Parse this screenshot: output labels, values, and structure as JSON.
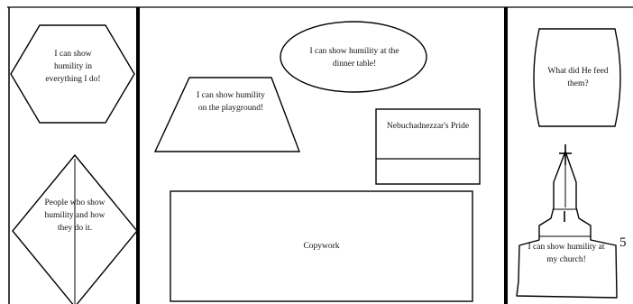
{
  "page_number": "5",
  "left_column": {
    "hexagon_text": "I can show humility in everything I do!",
    "diamond_text": "People who show humility and how they do it."
  },
  "center_column": {
    "oval_text": "I can show humility at the dinner table!",
    "trapezoid_text": "I can show humility on the playground!",
    "pride_box_title": "Nebuchadnezzar's Pride",
    "copywork_label": "Copywork"
  },
  "right_column": {
    "scroll_text": "What did He feed them?",
    "church_text": "I can show humility at my church!"
  }
}
